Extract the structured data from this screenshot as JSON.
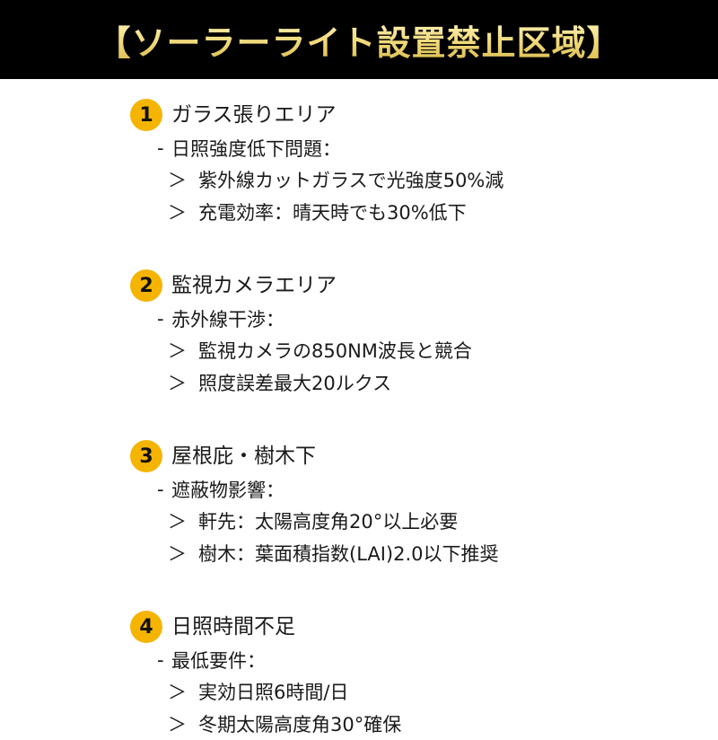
{
  "header": {
    "title": "【ソーラーライト設置禁止区域】",
    "background": "#000000",
    "title_color": "#f0d978"
  },
  "accent_color": "#f5b400",
  "sections": [
    {
      "number": "1",
      "title": "ガラス張りエリア",
      "subheading_marker": "-",
      "subheading": "日照強度低下問題：",
      "details": [
        "紫外線カットガラスで光強度50%減",
        "充電効率：晴天時でも30%低下"
      ]
    },
    {
      "number": "2",
      "title": "監視カメラエリア",
      "subheading_marker": "-",
      "subheading": "赤外線干渉：",
      "details": [
        "監視カメラの850NM波長と競合",
        "照度誤差最大20ルクス"
      ]
    },
    {
      "number": "3",
      "title": "屋根庇・樹木下",
      "subheading_marker": "-",
      "subheading": "遮蔽物影響：",
      "details": [
        "軒先：太陽高度角20°以上必要",
        "樹木：葉面積指数(LAI)2.0以下推奨"
      ]
    },
    {
      "number": "4",
      "title": "日照時間不足",
      "subheading_marker": "-",
      "subheading": "最低要件：",
      "details": [
        "実効日照6時間/日",
        "冬期太陽高度角30°確保"
      ]
    }
  ],
  "detail_marker": "＞"
}
